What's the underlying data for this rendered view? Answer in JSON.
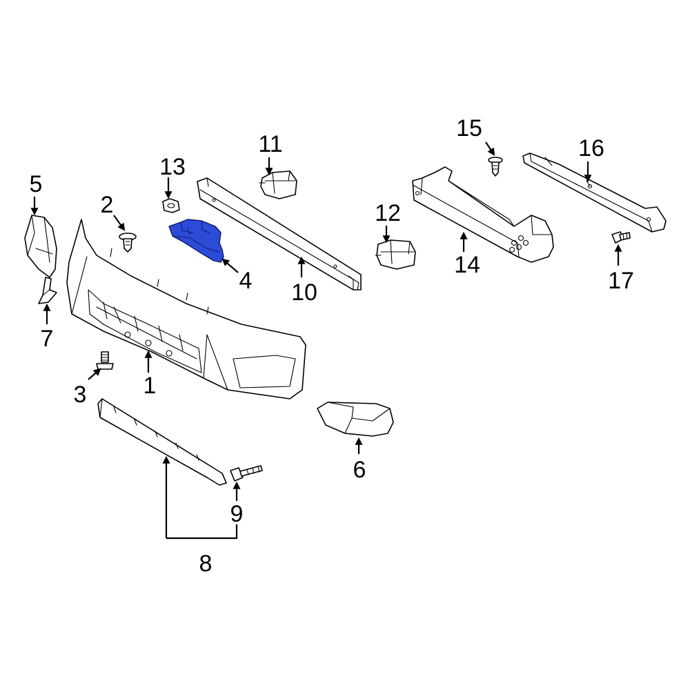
{
  "diagram": {
    "highlighted_part": "4",
    "highlight_color": "#2c4bd6",
    "callouts": {
      "c1": "1",
      "c2": "2",
      "c3": "3",
      "c4": "4",
      "c5": "5",
      "c6": "6",
      "c7": "7",
      "c8": "8",
      "c9": "9",
      "c10": "10",
      "c11": "11",
      "c12": "12",
      "c13": "13",
      "c14": "14",
      "c15": "15",
      "c16": "16",
      "c17": "17"
    }
  }
}
